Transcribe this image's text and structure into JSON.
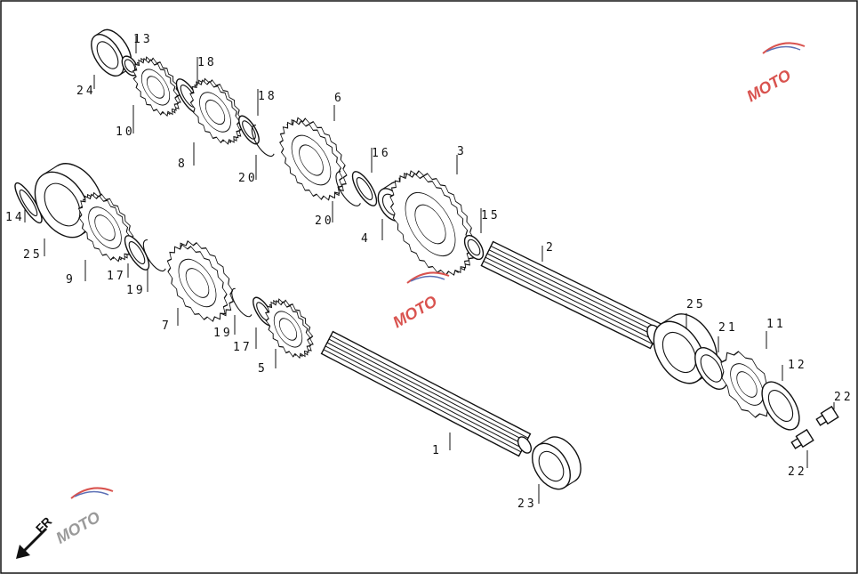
{
  "diagram": {
    "parts": [
      {
        "id": "p1",
        "label": "1",
        "kind": "output-shaft"
      },
      {
        "id": "p2",
        "label": "2",
        "kind": "input-shaft"
      },
      {
        "id": "p3",
        "label": "3",
        "kind": "gear"
      },
      {
        "id": "p4",
        "label": "4",
        "kind": "bushing"
      },
      {
        "id": "p5",
        "label": "5",
        "kind": "gear"
      },
      {
        "id": "p6",
        "label": "6",
        "kind": "gear"
      },
      {
        "id": "p7",
        "label": "7",
        "kind": "gear"
      },
      {
        "id": "p8",
        "label": "8",
        "kind": "gear"
      },
      {
        "id": "p9",
        "label": "9",
        "kind": "gear"
      },
      {
        "id": "p10",
        "label": "10",
        "kind": "gear"
      },
      {
        "id": "p11",
        "label": "11",
        "kind": "sprocket"
      },
      {
        "id": "p12",
        "label": "12",
        "kind": "plate"
      },
      {
        "id": "p13",
        "label": "13",
        "kind": "washer"
      },
      {
        "id": "p14",
        "label": "14",
        "kind": "ring"
      },
      {
        "id": "p15",
        "label": "15",
        "kind": "washer"
      },
      {
        "id": "p16",
        "label": "16",
        "kind": "washer"
      },
      {
        "id": "p17a",
        "label": "17",
        "kind": "washer"
      },
      {
        "id": "p17b",
        "label": "17",
        "kind": "washer"
      },
      {
        "id": "p18a",
        "label": "18",
        "kind": "washer"
      },
      {
        "id": "p18b",
        "label": "18",
        "kind": "washer"
      },
      {
        "id": "p19a",
        "label": "19",
        "kind": "circlip"
      },
      {
        "id": "p19b",
        "label": "19",
        "kind": "circlip"
      },
      {
        "id": "p20a",
        "label": "20",
        "kind": "circlip"
      },
      {
        "id": "p20b",
        "label": "20",
        "kind": "circlip"
      },
      {
        "id": "p21",
        "label": "21",
        "kind": "seal"
      },
      {
        "id": "p22a",
        "label": "22",
        "kind": "bolt"
      },
      {
        "id": "p22b",
        "label": "22",
        "kind": "bolt"
      },
      {
        "id": "p23",
        "label": "23",
        "kind": "bearing"
      },
      {
        "id": "p24",
        "label": "24",
        "kind": "bearing"
      },
      {
        "id": "p25a",
        "label": "25",
        "kind": "bearing"
      },
      {
        "id": "p25b",
        "label": "25",
        "kind": "bearing"
      }
    ],
    "direction_label": "FR",
    "watermark": "MOTO",
    "colors": {
      "line": "#111111",
      "watermark_red": "#d9534f",
      "watermark_blue": "#5b6fb5",
      "watermark_grey": "#9a9a9a"
    }
  }
}
